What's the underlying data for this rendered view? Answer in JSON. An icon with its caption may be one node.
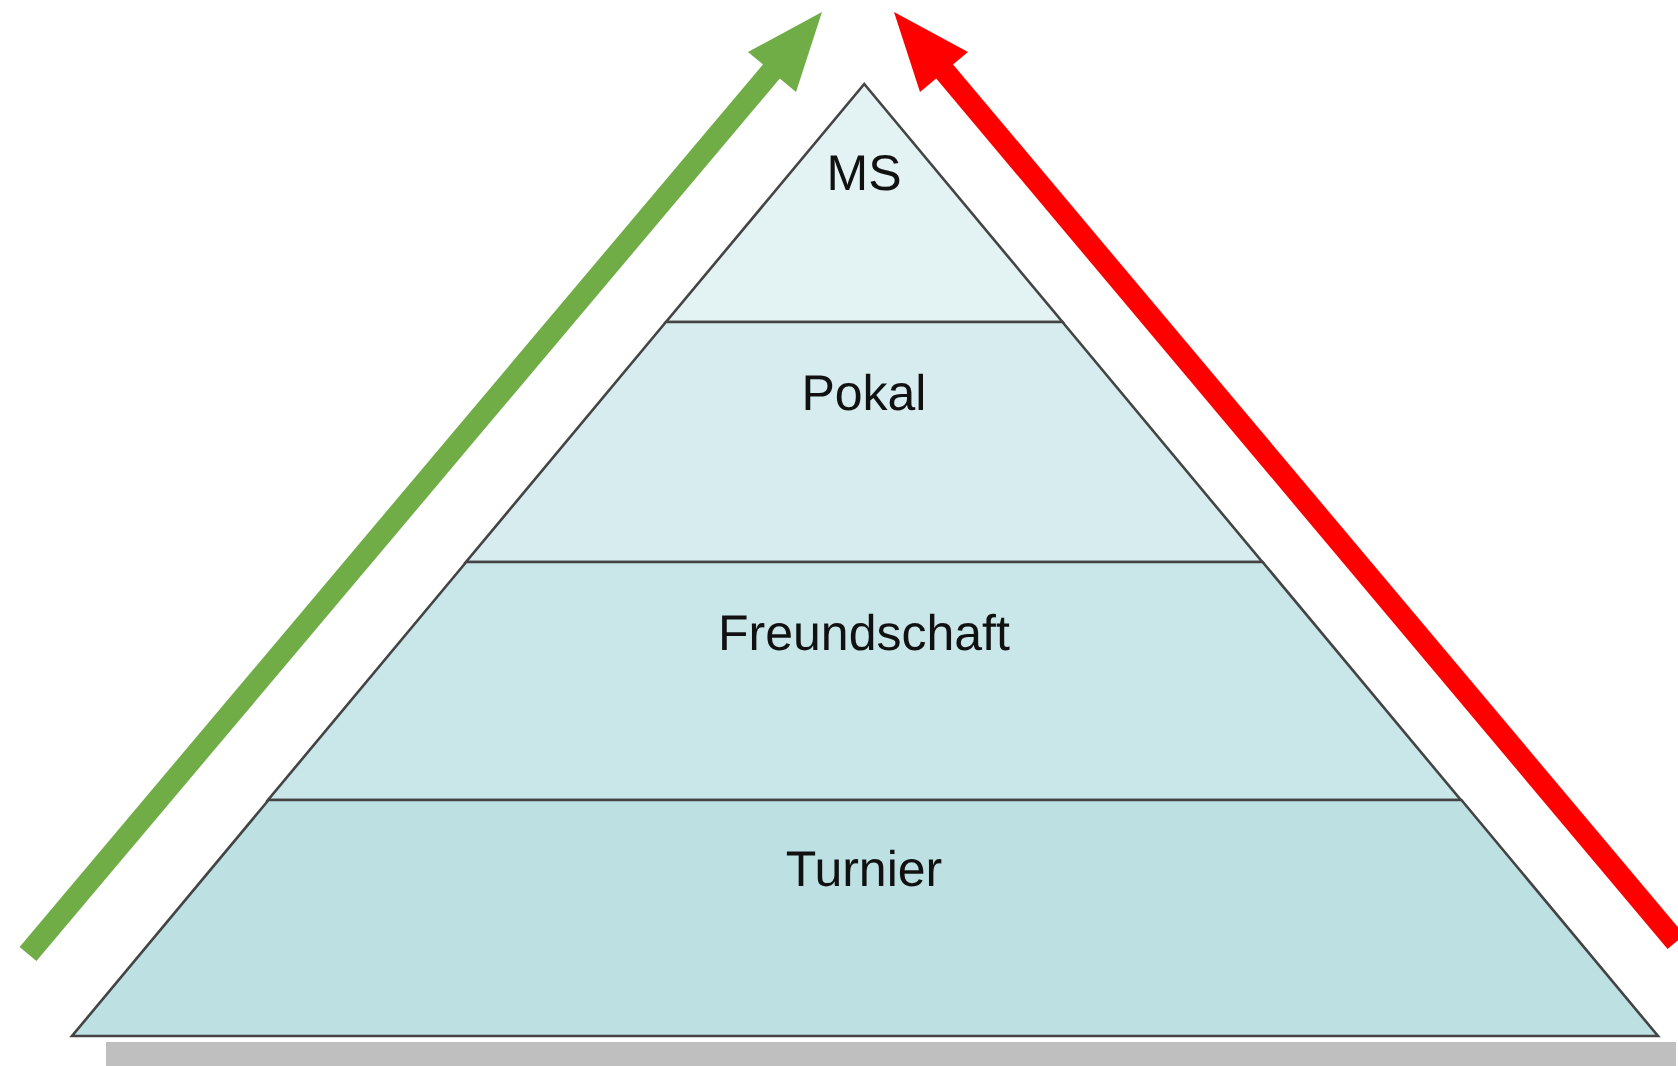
{
  "diagram": {
    "nodes": [
      {
        "text": [
          "MS"
        ]
      },
      {
        "text": [
          "Pokal"
        ]
      },
      {
        "text": [
          "Freundschaft"
        ]
      },
      {
        "text": [
          "Turnier"
        ]
      }
    ]
  }
}
